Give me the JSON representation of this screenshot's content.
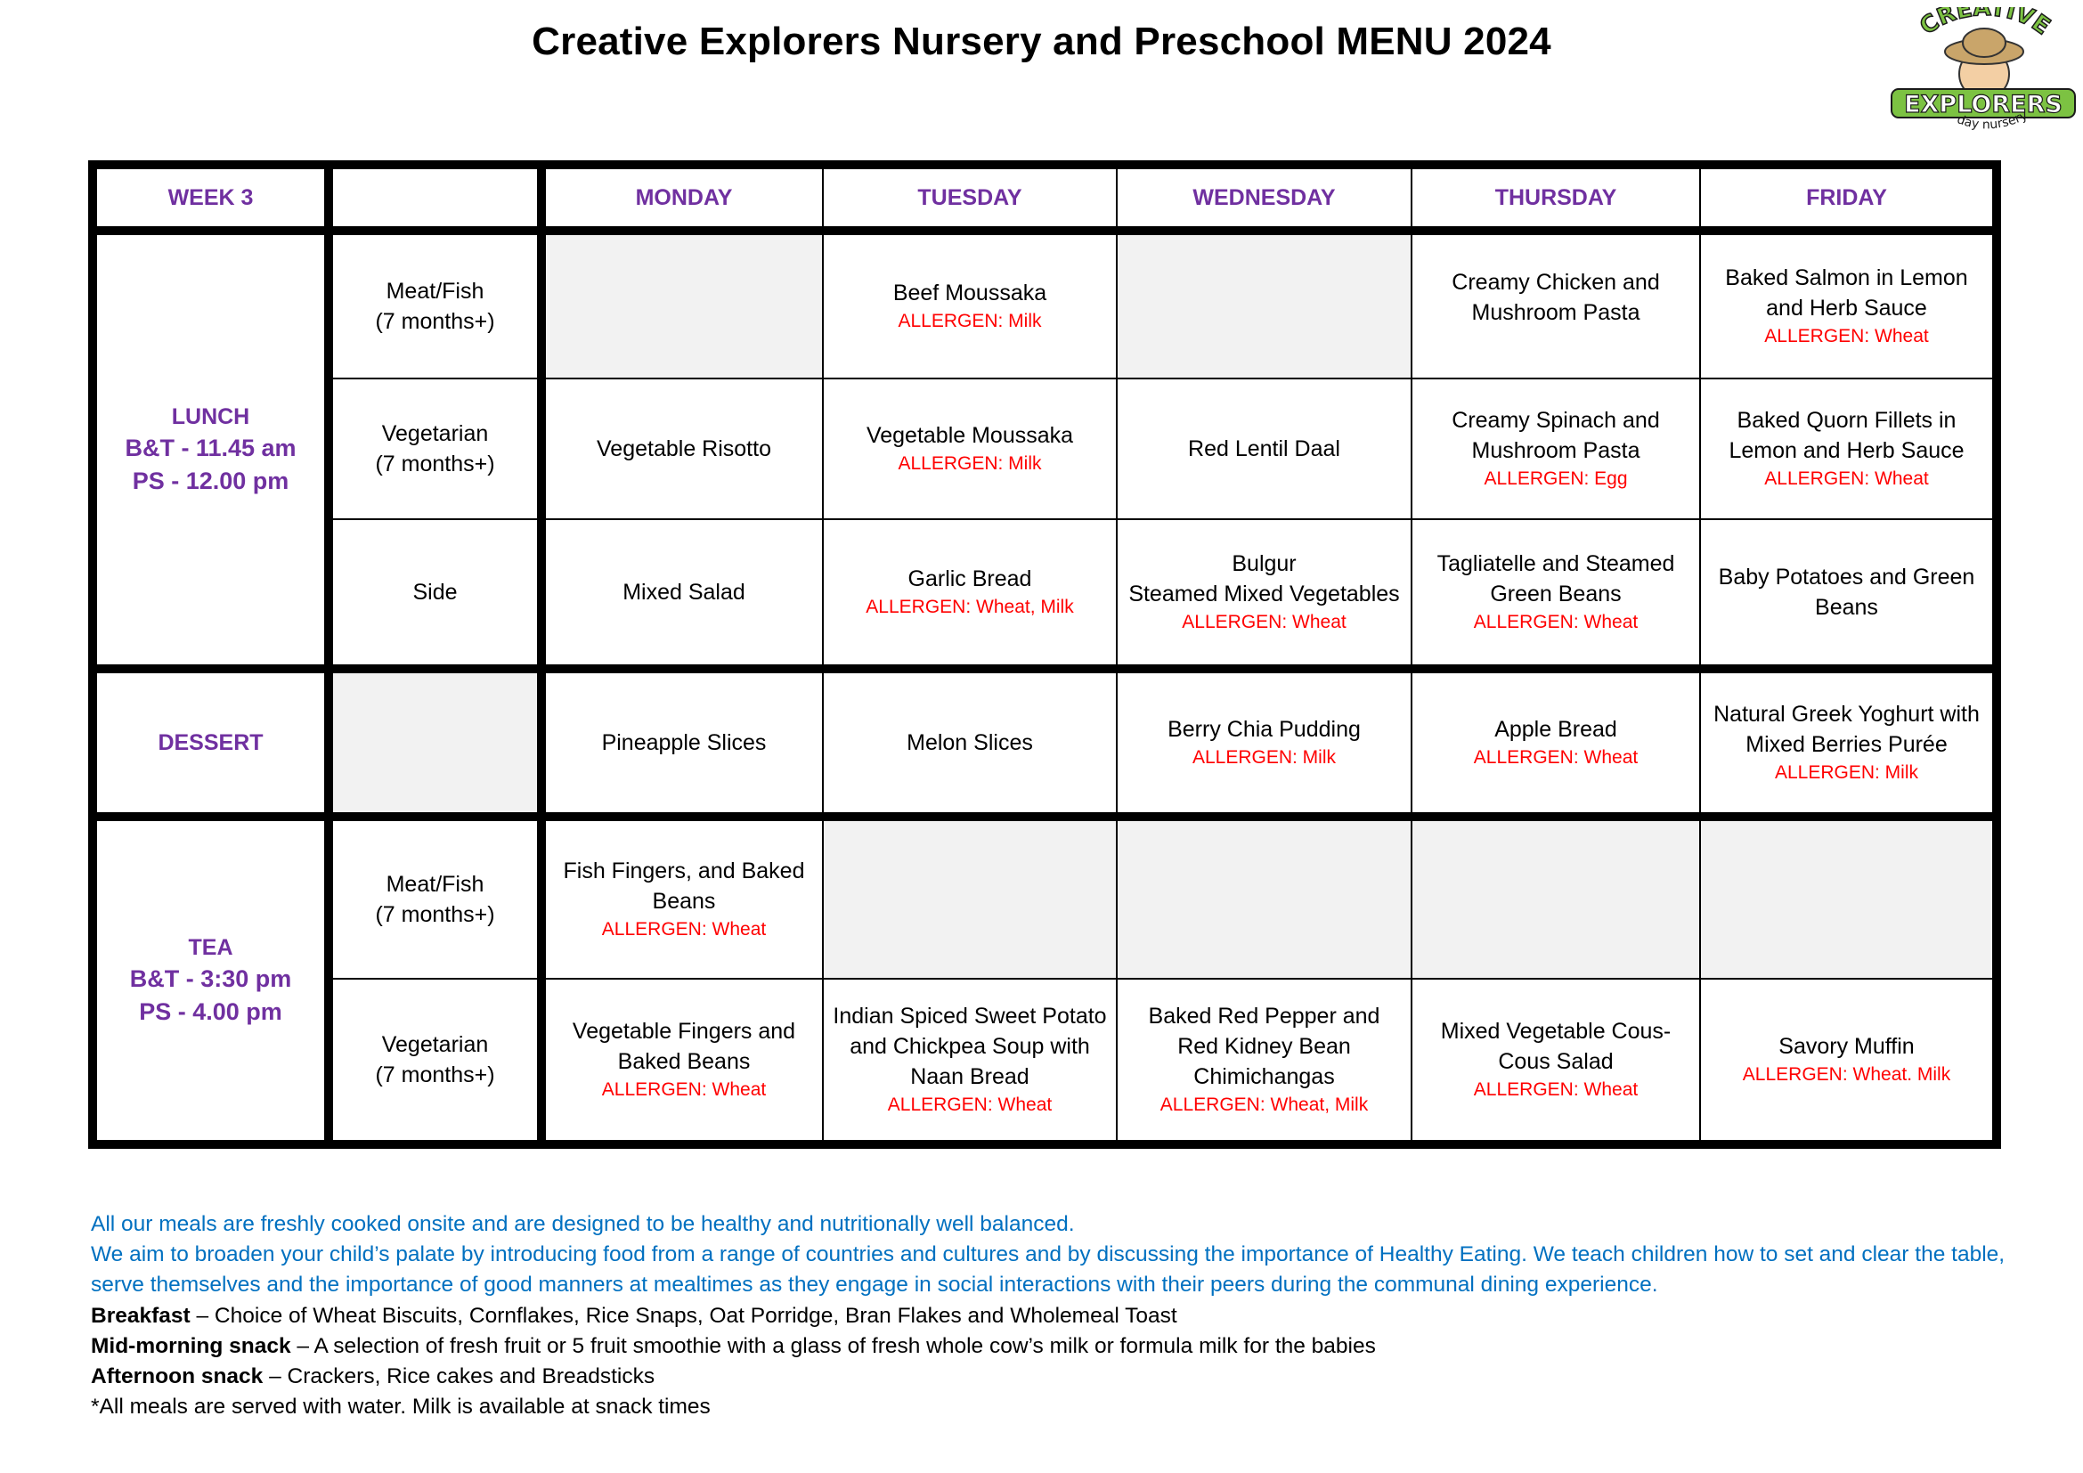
{
  "title": "Creative Explorers Nursery and Preschool MENU 2024",
  "logo": {
    "top_text": "CREATIVE",
    "main_text": "EXPLORERS",
    "sub_text": "day nursery"
  },
  "table": {
    "week": "WEEK 3",
    "days": [
      "MONDAY",
      "TUESDAY",
      "WEDNESDAY",
      "THURSDAY",
      "FRIDAY"
    ],
    "lunch": {
      "label": "LUNCH",
      "time1": "B&T - 11.45 am",
      "time2": "PS - 12.00 pm",
      "rows": [
        {
          "category": "Meat/Fish",
          "age": "(7 months+)",
          "cells": [
            {
              "dish": "",
              "allergen": ""
            },
            {
              "dish": "Beef Moussaka",
              "allergen": "ALLERGEN: Milk"
            },
            {
              "dish": "",
              "allergen": ""
            },
            {
              "dish": "Creamy Chicken and Mushroom Pasta",
              "allergen": ""
            },
            {
              "dish": "Baked Salmon in Lemon and Herb Sauce",
              "allergen": "ALLERGEN: Wheat"
            }
          ]
        },
        {
          "category": "Vegetarian",
          "age": "(7 months+)",
          "cells": [
            {
              "dish": "Vegetable Risotto",
              "allergen": ""
            },
            {
              "dish": "Vegetable Moussaka",
              "allergen": "ALLERGEN: Milk"
            },
            {
              "dish": "Red Lentil Daal",
              "allergen": ""
            },
            {
              "dish": "Creamy Spinach and Mushroom Pasta",
              "allergen": "ALLERGEN: Egg"
            },
            {
              "dish": "Baked Quorn Fillets in Lemon and Herb Sauce",
              "allergen": "ALLERGEN: Wheat"
            }
          ]
        },
        {
          "category": "Side",
          "age": "",
          "cells": [
            {
              "dish": "Mixed Salad",
              "allergen": ""
            },
            {
              "dish": "Garlic Bread",
              "allergen": "ALLERGEN: Wheat, Milk"
            },
            {
              "dish": "Bulgur",
              "dish2": "Steamed Mixed Vegetables",
              "allergen": "ALLERGEN: Wheat"
            },
            {
              "dish": "Tagliatelle and Steamed Green Beans",
              "allergen": "ALLERGEN: Wheat"
            },
            {
              "dish": "Baby Potatoes and Green Beans",
              "allergen": ""
            }
          ]
        }
      ]
    },
    "dessert": {
      "label": "DESSERT",
      "cells": [
        {
          "dish": "Pineapple Slices",
          "allergen": ""
        },
        {
          "dish": "Melon Slices",
          "allergen": ""
        },
        {
          "dish": "Berry Chia Pudding",
          "allergen": "ALLERGEN: Milk"
        },
        {
          "dish": "Apple Bread",
          "allergen": "ALLERGEN: Wheat"
        },
        {
          "dish": "Natural Greek Yoghurt with Mixed Berries Purée",
          "allergen": "ALLERGEN: Milk"
        }
      ]
    },
    "tea": {
      "label": "TEA",
      "time1": "B&T - 3:30 pm",
      "time2": "PS - 4.00 pm",
      "rows": [
        {
          "category": "Meat/Fish",
          "age": "(7 months+)",
          "cells": [
            {
              "dish": "Fish Fingers, and Baked Beans",
              "allergen": "ALLERGEN: Wheat"
            },
            {
              "dish": "",
              "allergen": ""
            },
            {
              "dish": "",
              "allergen": ""
            },
            {
              "dish": "",
              "allergen": ""
            },
            {
              "dish": "",
              "allergen": ""
            }
          ]
        },
        {
          "category": "Vegetarian",
          "age": "(7 months+)",
          "cells": [
            {
              "dish": "Vegetable Fingers and Baked Beans",
              "allergen": "ALLERGEN: Wheat"
            },
            {
              "dish": "Indian Spiced Sweet Potato and Chickpea Soup with Naan Bread",
              "allergen": "ALLERGEN: Wheat"
            },
            {
              "dish": "Baked Red Pepper and Red Kidney Bean Chimichangas",
              "allergen": "ALLERGEN: Wheat, Milk"
            },
            {
              "dish": "Mixed Vegetable Cous-Cous Salad",
              "allergen": "ALLERGEN: Wheat"
            },
            {
              "dish": "Savory Muffin",
              "allergen": "ALLERGEN: Wheat. Milk"
            }
          ]
        }
      ]
    }
  },
  "notes": {
    "line1": "All our meals are freshly cooked onsite and are designed to be healthy and nutritionally well balanced.",
    "line2": "We aim to broaden your child’s palate by introducing food from a range of countries and cultures and by discussing the importance of Healthy Eating. We teach children how to set and clear the table, serve themselves and the importance of good manners at mealtimes as they engage in social interactions with their peers during the communal dining experience.",
    "breakfast_label": "Breakfast",
    "breakfast_text": " – Choice of Wheat Biscuits, Cornflakes, Rice Snaps, Oat Porridge, Bran Flakes and Wholemeal Toast",
    "midmorning_label": "Mid-morning snack",
    "midmorning_text": " – A selection of fresh fruit or 5 fruit smoothie with a glass of fresh whole cow’s milk or formula milk for the babies",
    "afternoon_label": "Afternoon snack",
    "afternoon_text": " – Crackers, Rice cakes and Breadsticks",
    "water_note": "*All meals are served with water. Milk is available at snack times"
  },
  "colors": {
    "heading_purple": "#7030a0",
    "allergen_red": "#ff0000",
    "notes_blue": "#0070c0",
    "empty_cell_grey": "#f2f2f2"
  }
}
